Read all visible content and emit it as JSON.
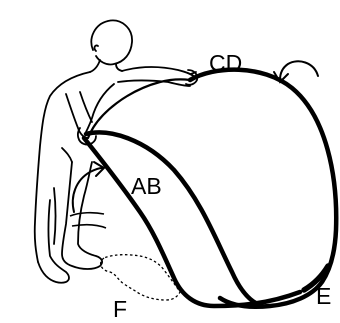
{
  "labels": {
    "cd": "CD",
    "ab": "AB",
    "f": "F",
    "e": "E"
  },
  "colors": {
    "ink": "#000000",
    "background": "#ffffff"
  }
}
